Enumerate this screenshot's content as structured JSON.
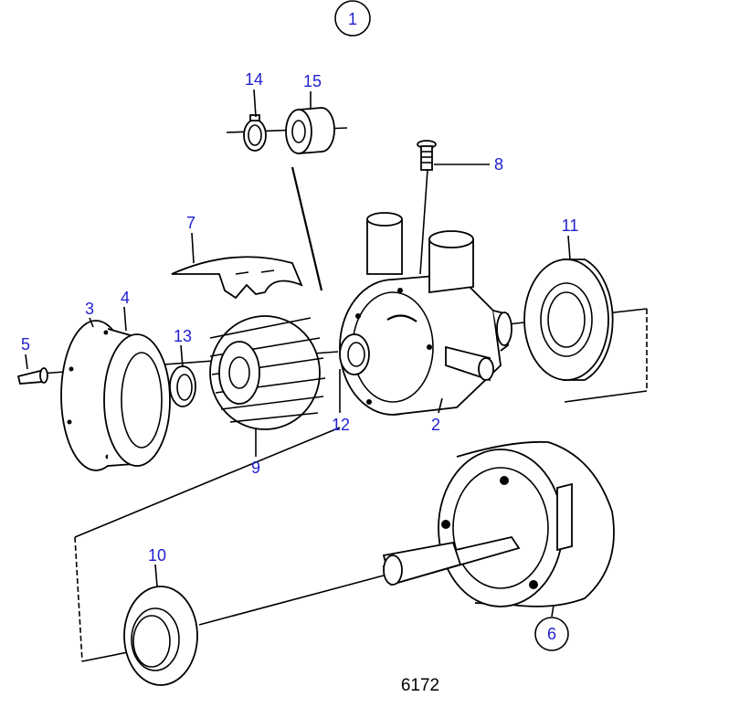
{
  "diagram": {
    "group_number": "1",
    "figure_number": "6172",
    "callouts": [
      "1",
      "2",
      "3",
      "4",
      "5",
      "6",
      "7",
      "8",
      "9",
      "10",
      "11",
      "12",
      "13",
      "14",
      "15"
    ]
  },
  "colors": {
    "callout_text": "#1f1fd1",
    "lines": "#000000",
    "background": "#ffffff"
  }
}
